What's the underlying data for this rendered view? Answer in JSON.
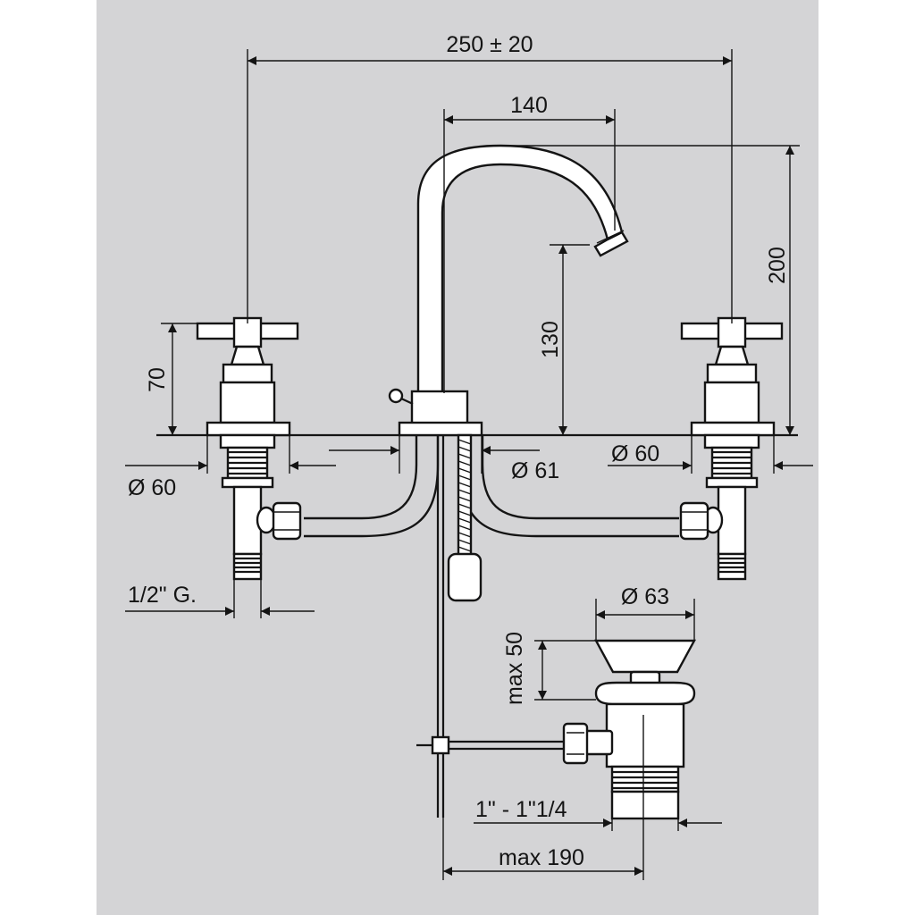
{
  "dimensions": {
    "overall_width": "250 ± 20",
    "spout_reach": "140",
    "total_height": "200",
    "spout_height": "130",
    "handle_height": "70",
    "left_diameter": "Ø 60",
    "spout_base_diameter": "Ø 61",
    "right_diameter": "Ø 60",
    "inlet_thread": "1/2\" G.",
    "waste_diameter": "Ø 63",
    "waste_height": "max 50",
    "waste_thread": "1\" - 1\"1/4",
    "rod_distance": "max 190"
  },
  "colors": {
    "panel": "#d4d4d6",
    "line": "#141414",
    "part_fill": "#ffffff"
  }
}
